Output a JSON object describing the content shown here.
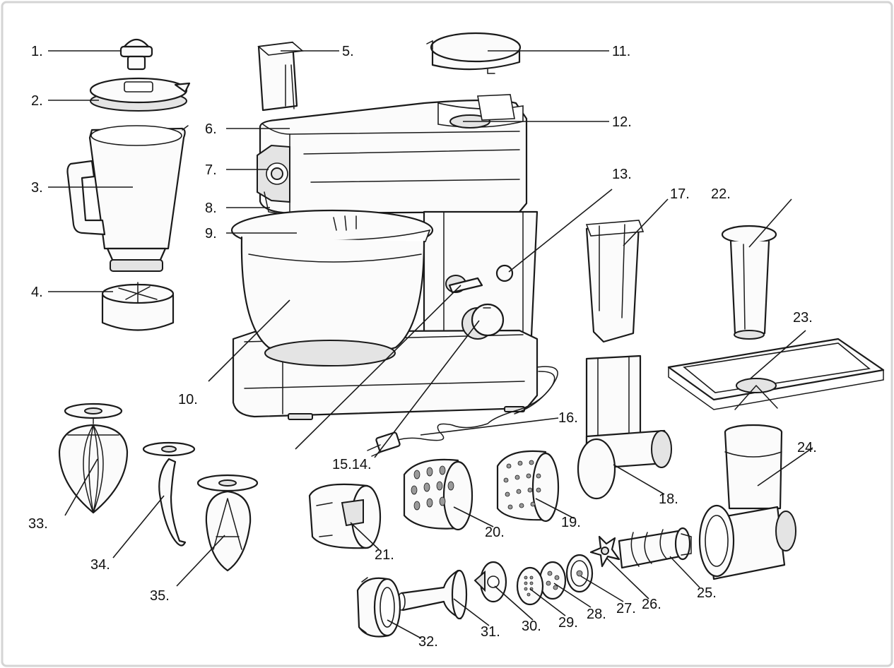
{
  "labels": {
    "n1": "1.",
    "n2": "2.",
    "n3": "3.",
    "n4": "4.",
    "n5": "5.",
    "n6": "6.",
    "n7": "7.",
    "n8": "8.",
    "n9": "9.",
    "n10": "10.",
    "n11": "11.",
    "n12": "12.",
    "n13": "13.",
    "n14": "15.14.",
    "n16": "16.",
    "n17": "17.",
    "n18": "18.",
    "n19": "19.",
    "n20": "20.",
    "n21": "21.",
    "n22": "22.",
    "n23": "23.",
    "n24": "24.",
    "n25": "25.",
    "n26": "26.",
    "n27": "27.",
    "n28": "28.",
    "n29": "29.",
    "n30": "30.",
    "n31": "31.",
    "n32": "32.",
    "n33": "33.",
    "n34": "34.",
    "n35": "35."
  },
  "colors": {
    "line": "#1a1a1a",
    "fill": "#fbfbfb",
    "shade": "#e4e4e4",
    "frame": "#d4d4d4"
  }
}
